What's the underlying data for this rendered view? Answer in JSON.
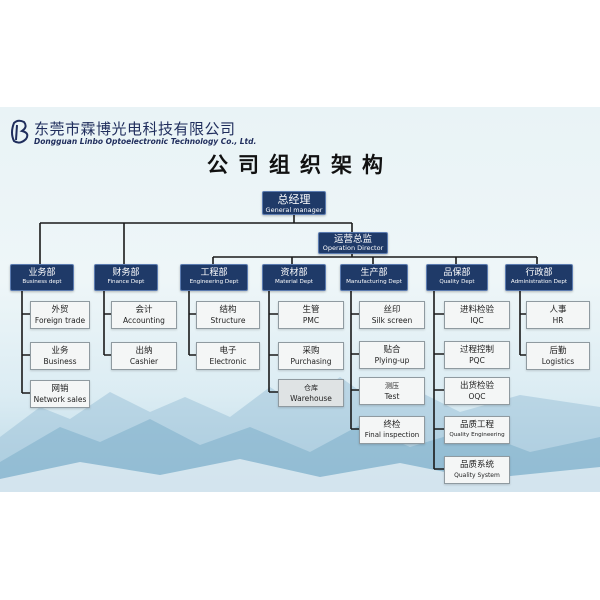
{
  "company": {
    "name_cn": "东莞市霖博光电科技有限公司",
    "name_en": "Dongguan Linbo Optoelectronic Technology Co., Ltd."
  },
  "title": "公司组织架构",
  "general_manager": {
    "cn": "总经理",
    "en": "General manager"
  },
  "operation_director": {
    "cn": "运营总监",
    "en": "Operation Director"
  },
  "departments": [
    {
      "cn": "业务部",
      "en": "Business dept",
      "subs": [
        {
          "cn": "外贸",
          "en": "Foreign trade"
        },
        {
          "cn": "业务",
          "en": "Business"
        },
        {
          "cn": "网销",
          "en": "Network sales"
        }
      ]
    },
    {
      "cn": "财务部",
      "en": "Finance Dept",
      "subs": [
        {
          "cn": "会计",
          "en": "Accounting"
        },
        {
          "cn": "出纳",
          "en": "Cashier"
        }
      ]
    },
    {
      "cn": "工程部",
      "en": "Engineering Dept",
      "subs": [
        {
          "cn": "结构",
          "en": "Structure"
        },
        {
          "cn": "电子",
          "en": "Electronic"
        }
      ]
    },
    {
      "cn": "资材部",
      "en": "Material Dept",
      "subs": [
        {
          "cn": "生管",
          "en": "PMC"
        },
        {
          "cn": "采购",
          "en": "Purchasing"
        },
        {
          "cn": "仓库",
          "en": "Warehouse"
        }
      ]
    },
    {
      "cn": "生产部",
      "en": "Manufacturing Dept",
      "subs": [
        {
          "cn": "丝印",
          "en": "Silk screen"
        },
        {
          "cn": "贴合",
          "en": "Plying-up"
        },
        {
          "cn": "测压",
          "en": "Test"
        },
        {
          "cn": "终检",
          "en": "Final inspection"
        }
      ]
    },
    {
      "cn": "品保部",
      "en": "Quality Dept",
      "subs": [
        {
          "cn": "进料检验",
          "en": "IQC"
        },
        {
          "cn": "过程控制",
          "en": "PQC"
        },
        {
          "cn": "出货检验",
          "en": "OQC"
        },
        {
          "cn": "品质工程",
          "en": "Quality Engineering"
        },
        {
          "cn": "品质系统",
          "en": "Quality System"
        }
      ]
    },
    {
      "cn": "行政部",
      "en": "Administration Dept",
      "subs": [
        {
          "cn": "人事",
          "en": "HR"
        },
        {
          "cn": "后勤",
          "en": "Logistics"
        }
      ]
    }
  ]
}
